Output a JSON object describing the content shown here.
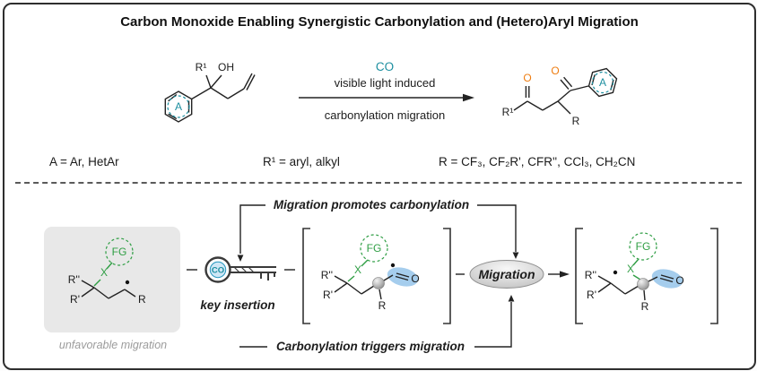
{
  "title": "Carbon Monoxide Enabling Synergistic Carbonylation and (Hetero)Aryl Migration",
  "colors": {
    "teal": "#1d8fa0",
    "green": "#2f9e44",
    "orange": "#ee7d11",
    "blue_highlight": "#8fc1e8",
    "gray_box": "#e8e8e8",
    "gray_text": "#9b9b9b"
  },
  "scheme": {
    "reactant": {
      "a": "A",
      "r1": "R¹",
      "oh": "OH"
    },
    "arrow": {
      "co": "CO",
      "condition_top": "visible light induced",
      "condition_bottom": "carbonylation migration"
    },
    "product": {
      "r1": "R¹",
      "o1": "O",
      "o2": "O",
      "a": "A",
      "r": "R"
    },
    "definitions": {
      "a": "A = Ar, HetAr",
      "r1": "R¹ = aryl, alkyl",
      "r": "R = CF₃, CF₂R', CFR'', CCl₃, CH₂CN"
    }
  },
  "mechanism": {
    "top_label": "Migration promotes carbonylation",
    "bottom_label": "Carbonylation triggers migration",
    "key": {
      "co": "CO",
      "caption": "key insertion"
    },
    "migration_badge": "Migration",
    "unfavorable": {
      "caption": "unfavorable migration",
      "fg": "FG",
      "x": "X",
      "r_dprime": "R''",
      "r_prime": "R'",
      "r": "R"
    },
    "intermediate1": {
      "fg": "FG",
      "x": "X",
      "r_dprime": "R''",
      "r_prime": "R'",
      "r": "R",
      "o": "O"
    },
    "intermediate2": {
      "fg": "FG",
      "x": "X",
      "r_dprime": "R''",
      "r_prime": "R'",
      "r": "R",
      "o": "O"
    }
  }
}
